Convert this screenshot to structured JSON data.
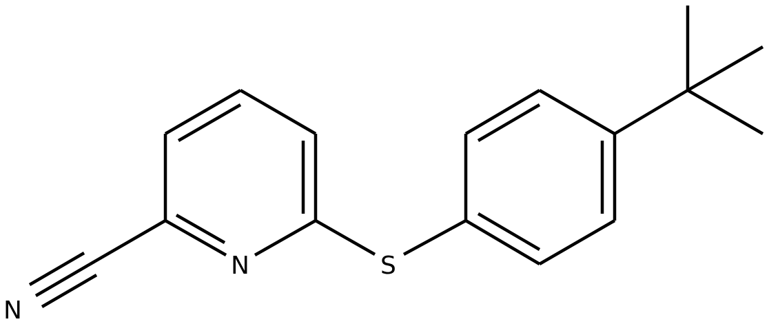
{
  "molecule": {
    "atoms": {
      "nitrile_n": "N",
      "ring_n": "N",
      "sulfur": "S"
    },
    "colors": {
      "bond": "#000000",
      "background": "#ffffff"
    }
  }
}
